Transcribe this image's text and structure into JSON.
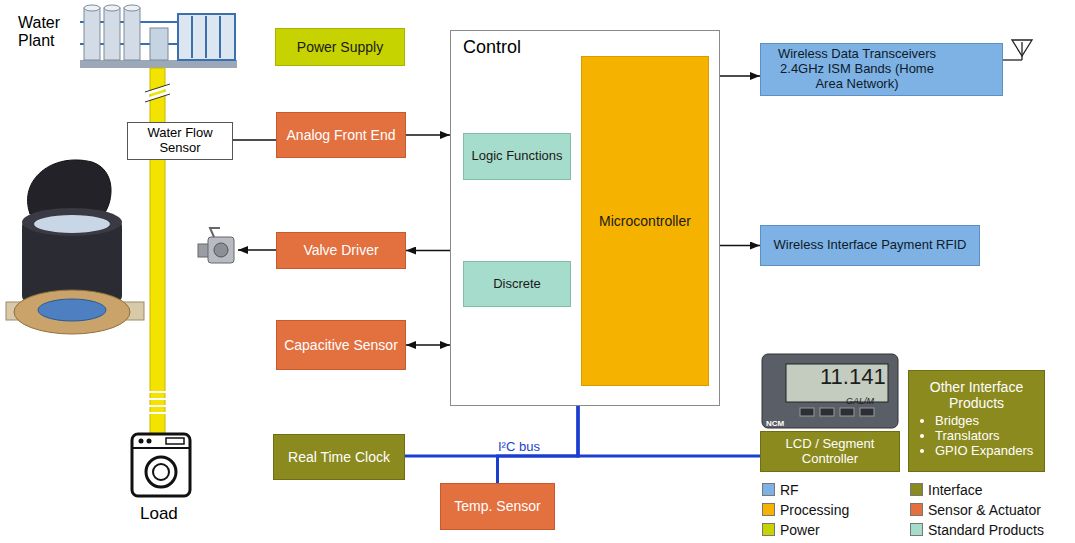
{
  "diagram": {
    "nodes": [
      {
        "text": [
          "Power Supply"
        ]
      },
      {
        "text": [
          "Control"
        ]
      },
      {
        "text": [
          "Logic Functions"
        ],
        "in": 1
      },
      {
        "text": [
          "Microcontroller"
        ],
        "in": 1
      },
      {
        "text": [
          "Discrete"
        ],
        "in": 1
      },
      {
        "text": [
          "Wireless Data Transceivers 2.4GHz ISM Bands (Home Area Network)"
        ]
      },
      {
        "text": [
          "Water Flow Sensor"
        ]
      },
      {
        "text": [
          "Analog Front End"
        ]
      },
      {
        "text": [
          "Valve Driver"
        ]
      },
      {
        "text": [
          "Wireless Interface Payment RFID"
        ]
      },
      {
        "text": [
          "Capacitive Sensor"
        ]
      },
      {
        "text": [
          "Real Time Clock"
        ]
      },
      {
        "text": [
          "Temp. Sensor"
        ]
      },
      {
        "text": [
          "LCD / Segment Controller"
        ]
      },
      {
        "text": [
          "Other Interface Products",
          "Bridges",
          "Translators",
          "GPIO Expanders"
        ]
      }
    ],
    "edges": [
      {
        "from": 6,
        "to": 7,
        "arrow": "none"
      },
      {
        "from": 7,
        "to": 1,
        "arrow": "to"
      },
      {
        "from": 1,
        "to": 8,
        "arrow": "to"
      },
      {
        "from": 10,
        "to": 1,
        "arrow": "both"
      },
      {
        "from": 3,
        "to": 5,
        "arrow": "both"
      },
      {
        "from": 3,
        "to": 9,
        "arrow": "both"
      },
      {
        "from": 1,
        "to": 11,
        "arrow": "none"
      },
      {
        "from": 1,
        "to": 12,
        "arrow": "none"
      },
      {
        "from": 1,
        "to": 13,
        "arrow": "none"
      }
    ],
    "labels": [
      "Water Plant",
      "Load",
      "I²C bus",
      "11.141",
      "GAL/M",
      "NCM"
    ],
    "legend": [
      {
        "text": "RF",
        "color": "#7eb2e4"
      },
      {
        "text": "Processing",
        "color": "#f5b300"
      },
      {
        "text": "Power",
        "color": "#c6d300"
      },
      {
        "text": "Interface",
        "color": "#8b8a1e"
      },
      {
        "text": "Sensor & Actuator",
        "color": "#e3703f"
      },
      {
        "text": "Standard Products",
        "color": "#a6dccb"
      }
    ]
  }
}
